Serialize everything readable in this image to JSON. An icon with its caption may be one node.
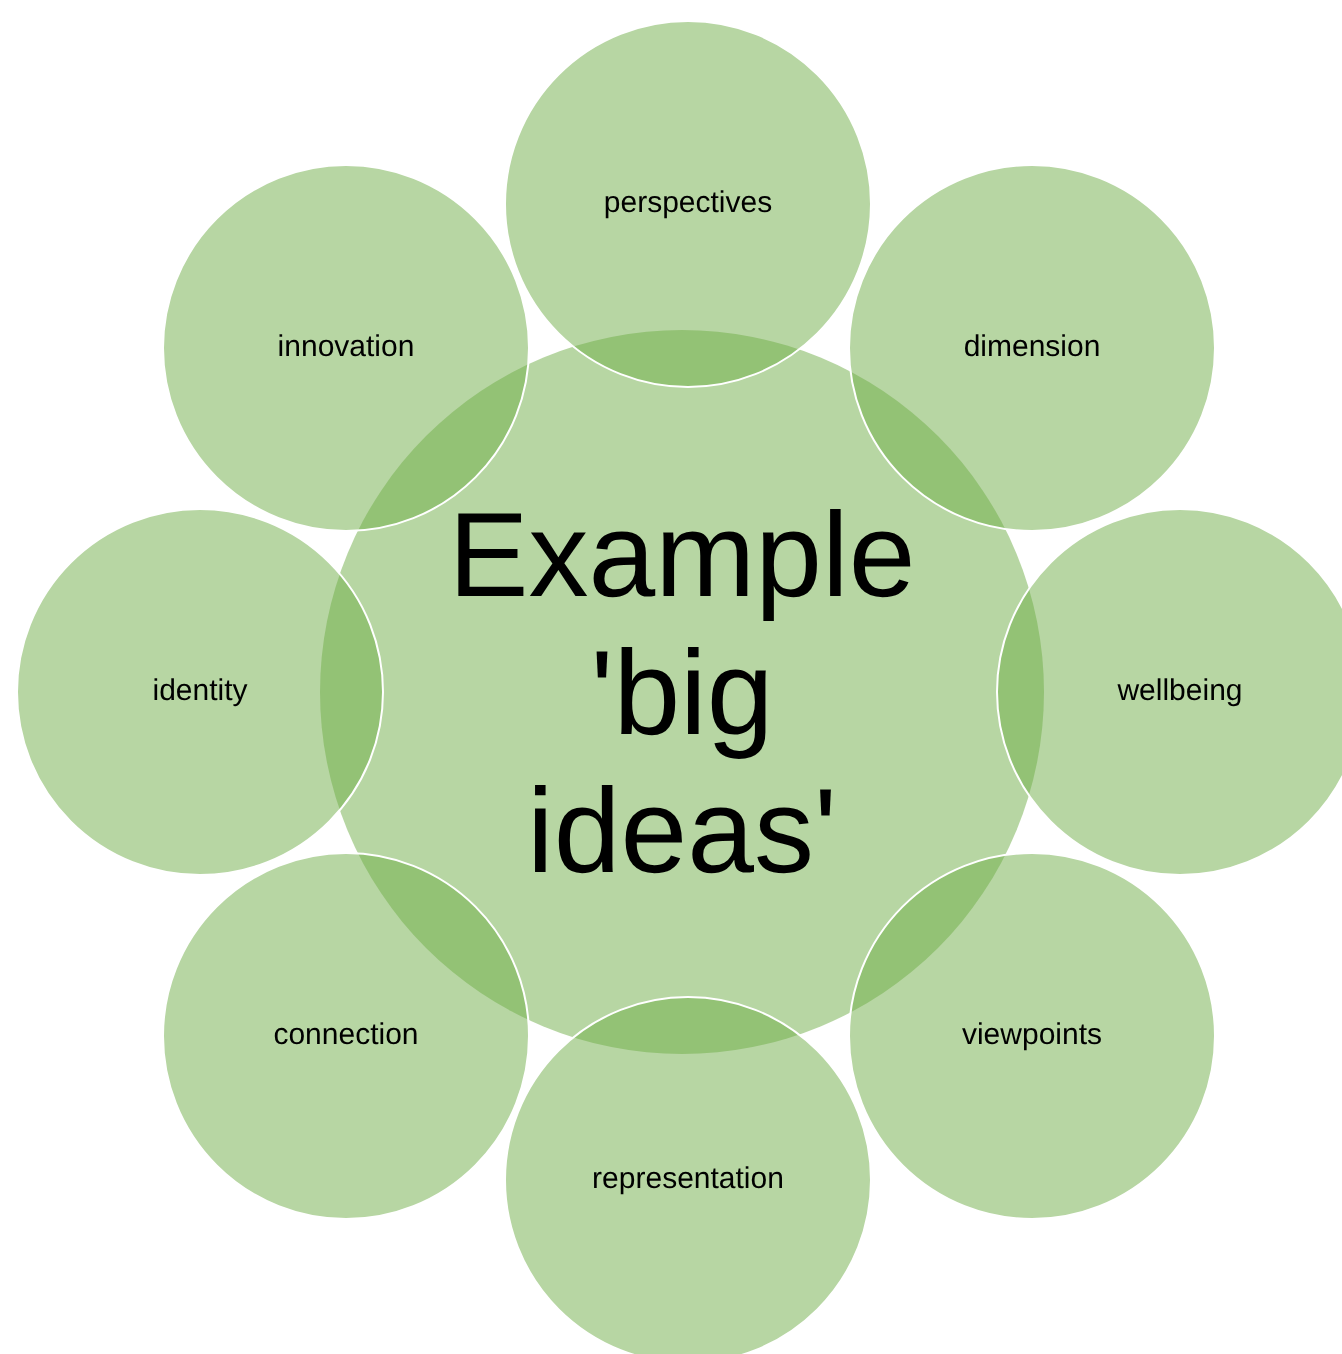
{
  "diagram": {
    "nodes": [
      {
        "text": [
          "Example 'big ideas'"
        ]
      },
      {
        "text": [
          "perspectives"
        ]
      },
      {
        "text": [
          "dimension"
        ]
      },
      {
        "text": [
          "wellbeing"
        ]
      },
      {
        "text": [
          "viewpoints"
        ]
      },
      {
        "text": [
          "representation"
        ]
      },
      {
        "text": [
          "connection"
        ]
      },
      {
        "text": [
          "identity"
        ]
      },
      {
        "text": [
          "innovation"
        ]
      }
    ]
  }
}
